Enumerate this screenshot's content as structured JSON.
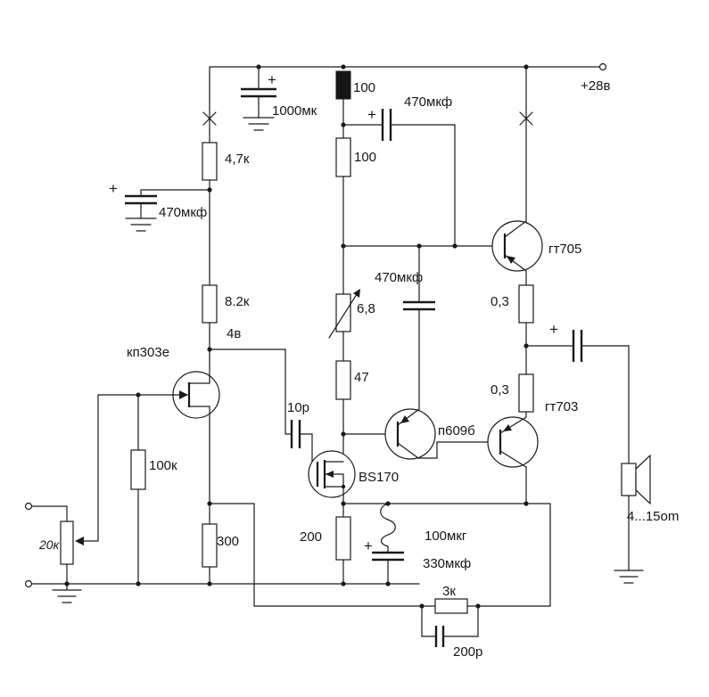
{
  "meta": {
    "kind": "analog-amplifier-schematic",
    "background": "#ffffff"
  },
  "colors": {
    "wire": "#1a1a1a",
    "green": "#00a000",
    "bg": "#ffffff"
  },
  "labels": {
    "supply": "+28в",
    "cap_1000": "1000мк",
    "res_100_a": "100",
    "res_100_b": "100",
    "cap_470_top": "470мкф",
    "cap_470_left": "470мкф",
    "cap_470_mid": "470мкф",
    "res_4k7": "4,7к",
    "res_8k2": "8.2к",
    "node_4v": "4в",
    "jfet": "кп303е",
    "res_100k": "100к",
    "pot": "20к",
    "res_300": "300",
    "cap_10p": "10p",
    "mosfet": "BS170",
    "res_47": "47",
    "res_6_8": "6,8",
    "res_200": "200",
    "ind_100": "100мкг",
    "cap_330": "330мкф",
    "drv": "п609б",
    "out_top": "гт705",
    "out_bot": "гт703",
    "res_03_top": "0,3",
    "res_03_bot": "0,3",
    "res_3k": "3к",
    "cap_200p": "200p",
    "load": "4...15om",
    "plus": "+"
  }
}
